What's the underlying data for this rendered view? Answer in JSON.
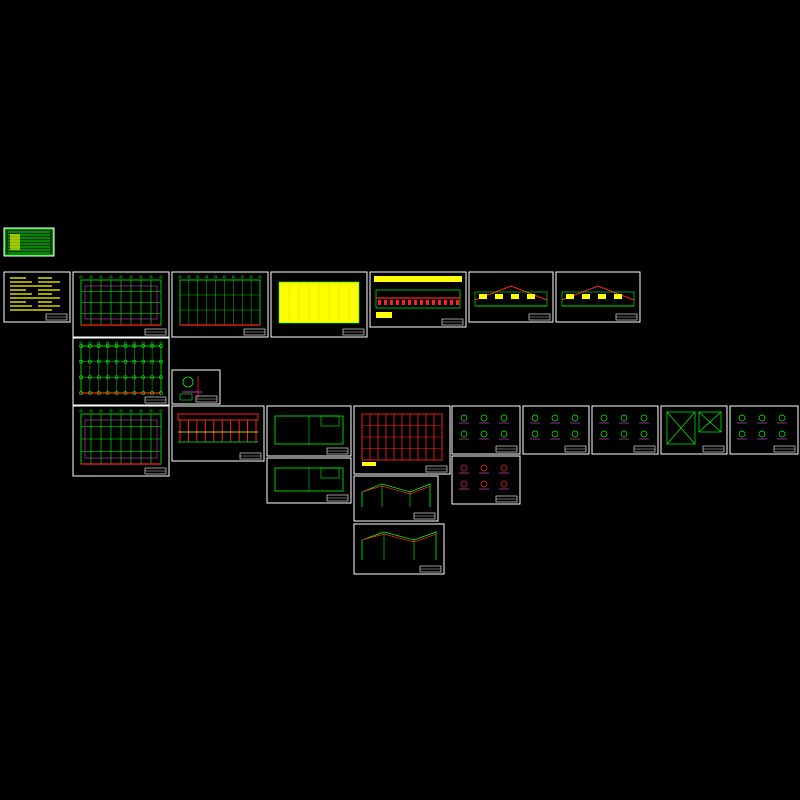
{
  "drawing": {
    "background": "#000000",
    "colors": {
      "frame": "#ffffff",
      "green": "#00ff00",
      "red": "#ff2020",
      "yellow": "#ffff00",
      "magenta": "#ff44ff",
      "cyan": "#00ffff"
    },
    "sheets": [
      {
        "id": "cover",
        "kind": "cover"
      },
      {
        "id": "notes",
        "kind": "notes"
      },
      {
        "id": "plan-1",
        "kind": "plan"
      },
      {
        "id": "plan-2",
        "kind": "plan-sparse"
      },
      {
        "id": "roof-fill",
        "kind": "fill"
      },
      {
        "id": "elevation-1",
        "kind": "elevation-yellow"
      },
      {
        "id": "elevation-2",
        "kind": "elevation"
      },
      {
        "id": "elevation-3",
        "kind": "elevation"
      },
      {
        "id": "column-plan",
        "kind": "column"
      },
      {
        "id": "small-detail",
        "kind": "detail"
      },
      {
        "id": "framing-plan",
        "kind": "plan"
      },
      {
        "id": "section-1",
        "kind": "section"
      },
      {
        "id": "frame-1",
        "kind": "frame"
      },
      {
        "id": "frame-2",
        "kind": "frame"
      },
      {
        "id": "roof-plan-red",
        "kind": "red-grid"
      },
      {
        "id": "portal-1",
        "kind": "portal"
      },
      {
        "id": "portal-2",
        "kind": "portal"
      },
      {
        "id": "node-1",
        "kind": "nodes"
      },
      {
        "id": "node-2",
        "kind": "nodes"
      },
      {
        "id": "node-3",
        "kind": "nodes"
      },
      {
        "id": "node-4",
        "kind": "bracing"
      },
      {
        "id": "node-5",
        "kind": "nodes"
      },
      {
        "id": "node-6",
        "kind": "nodes-red"
      }
    ]
  }
}
